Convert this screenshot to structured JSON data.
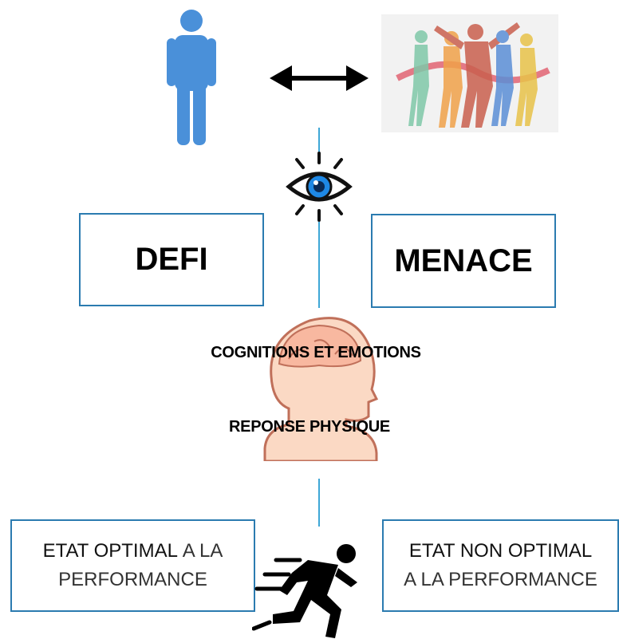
{
  "boxes": {
    "defi": "DEFI",
    "menace": "MENACE"
  },
  "labels": {
    "cognitions": "COGNITIONS ET EMOTIONS",
    "reponse": "REPONSE PHYSIQUE"
  },
  "states": {
    "optimal": {
      "bold": "ETAT OPTIMAL",
      "rest1": "A LA",
      "rest2": "PERFORMANCE"
    },
    "non_optimal": {
      "bold": "ETAT NON OPTIMAL",
      "rest": "A LA PERFORMANCE"
    }
  },
  "colors": {
    "line": "#3fa7d6",
    "box_border": "#2b7bb0",
    "person": "#4a90d9",
    "eye_iris": "#1e88e5",
    "head_skin": "#fbd9c4"
  },
  "icons": [
    "person-icon",
    "double-arrow-icon",
    "runners-image",
    "eye-icon",
    "head-profile-icon",
    "runner-icon"
  ]
}
